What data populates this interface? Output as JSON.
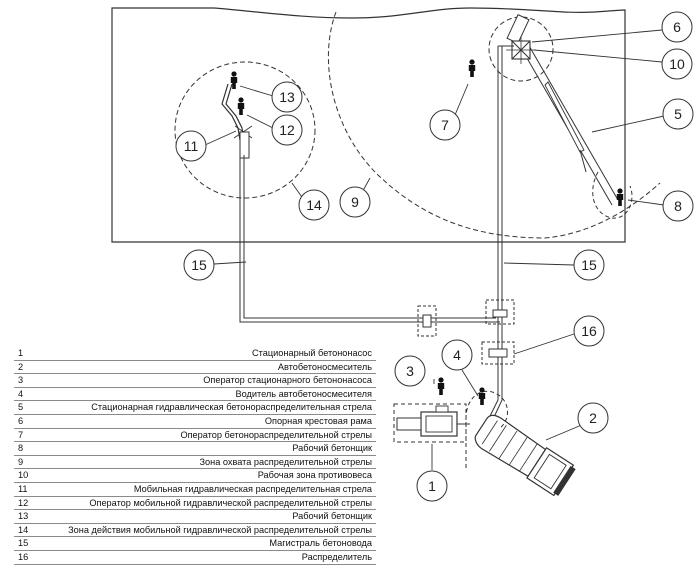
{
  "callouts": [
    "1",
    "2",
    "3",
    "4",
    "5",
    "6",
    "7",
    "8",
    "9",
    "10",
    "11",
    "12",
    "13",
    "14",
    "15",
    "15",
    "16"
  ],
  "legend": [
    {
      "num": "1",
      "text": "Стационарный бетононасос"
    },
    {
      "num": "2",
      "text": "Автобетоносмеситель"
    },
    {
      "num": "3",
      "text": "Оператор стационарного бетононасоса"
    },
    {
      "num": "4",
      "text": "Водитель автобетоносмесителя"
    },
    {
      "num": "5",
      "text": "Стационарная гидравлическая бетонораспределительная стрела"
    },
    {
      "num": "6",
      "text": "Опорная крестовая рама"
    },
    {
      "num": "7",
      "text": "Оператор бетонораспределительной стрелы"
    },
    {
      "num": "8",
      "text": "Рабочий бетонщик"
    },
    {
      "num": "9",
      "text": "Зона охвата распределительной стрелы"
    },
    {
      "num": "10",
      "text": "Рабочая зона противовеса"
    },
    {
      "num": "11",
      "text": "Мобильная гидравлическая распределительная стрела"
    },
    {
      "num": "12",
      "text": "Оператор мобильной гидравлической распределительной стрелы"
    },
    {
      "num": "13",
      "text": "Рабочий бетонщик"
    },
    {
      "num": "14",
      "text": "Зона действия мобильной гидравлической распределительной стрелы"
    },
    {
      "num": "15",
      "text": "Магистраль бетоновода"
    },
    {
      "num": "16",
      "text": "Распределитель"
    }
  ]
}
